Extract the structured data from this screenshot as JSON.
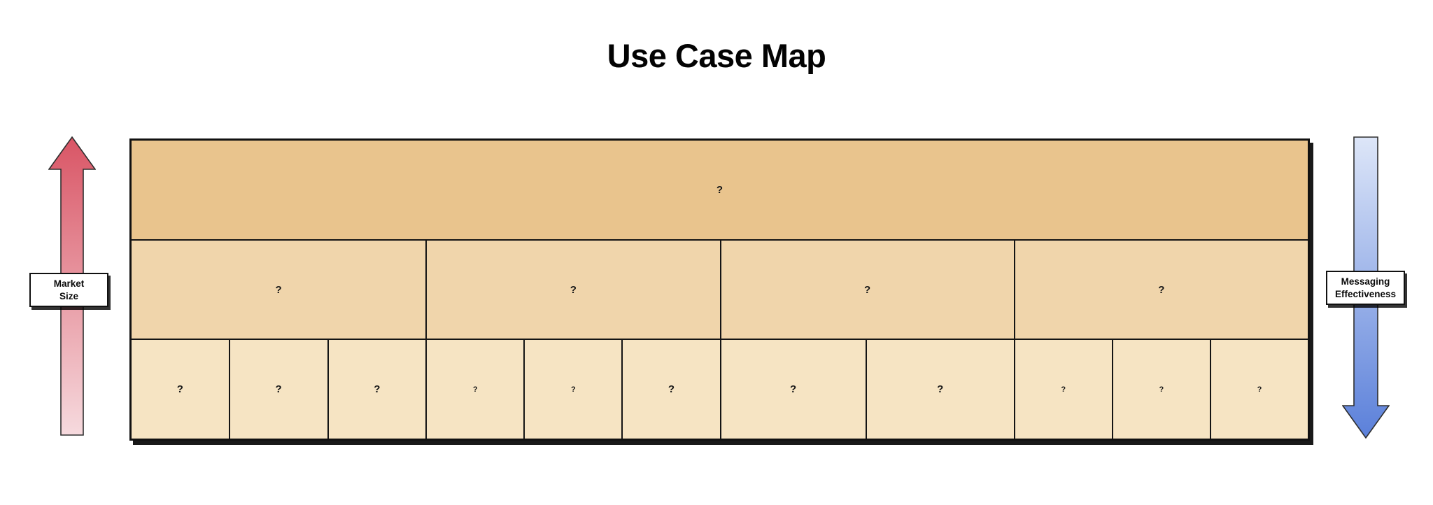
{
  "title": "Use Case Map",
  "axes": {
    "left": {
      "label": [
        "Market",
        "Size"
      ],
      "direction": "up",
      "gradient_top": "#d95565",
      "gradient_bottom": "#f6dade"
    },
    "right": {
      "label": [
        "Messaging",
        "Effectiveness"
      ],
      "direction": "down",
      "gradient_top": "#dde6f8",
      "gradient_bottom": "#5b80da"
    }
  },
  "grid": {
    "rows": [
      {
        "name": "top",
        "cells": [
          {
            "label": "?"
          }
        ]
      },
      {
        "name": "middle",
        "cells": [
          {
            "label": "?"
          },
          {
            "label": "?"
          },
          {
            "label": "?"
          },
          {
            "label": "?"
          }
        ]
      },
      {
        "name": "bottom",
        "groups": [
          {
            "cells": [
              {
                "label": "?",
                "size": "lg"
              },
              {
                "label": "?",
                "size": "lg"
              },
              {
                "label": "?",
                "size": "lg"
              }
            ]
          },
          {
            "cells": [
              {
                "label": "?",
                "size": "sm"
              },
              {
                "label": "?",
                "size": "sm"
              },
              {
                "label": "?",
                "size": "lg"
              }
            ]
          },
          {
            "cells": [
              {
                "label": "?",
                "size": "lg"
              },
              {
                "label": "?",
                "size": "lg"
              }
            ]
          },
          {
            "cells": [
              {
                "label": "?",
                "size": "sm"
              },
              {
                "label": "?",
                "size": "sm"
              },
              {
                "label": "?",
                "size": "sm"
              }
            ]
          }
        ]
      }
    ]
  },
  "colors": {
    "row_top_bg": "#e9c48d",
    "row_mid_bg": "#f0d5ab",
    "row_bot_bg": "#f6e4c3",
    "grid_line": "#141414",
    "shadow": "#0a0a0a"
  }
}
